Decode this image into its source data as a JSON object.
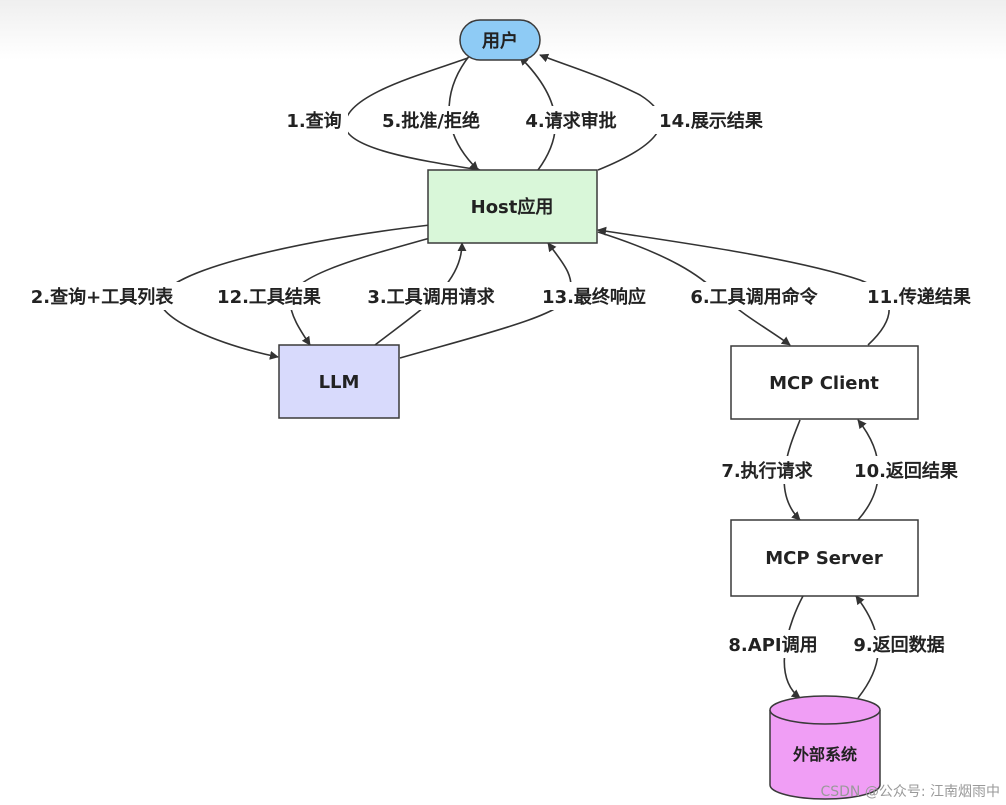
{
  "nodes": {
    "user": "用户",
    "host": "Host应用",
    "llm": "LLM",
    "mcp_client": "MCP Client",
    "mcp_server": "MCP Server",
    "external": "外部系统"
  },
  "edges": {
    "e1": "1.查询",
    "e2": "2.查询+工具列表",
    "e3": "3.工具调用请求",
    "e4": "4.请求审批",
    "e5": "5.批准/拒绝",
    "e6": "6.工具调用命令",
    "e7": "7.执行请求",
    "e8": "8.API调用",
    "e9": "9.返回数据",
    "e10": "10.返回结果",
    "e11": "11.传递结果",
    "e12": "12.工具结果",
    "e13": "13.最终响应",
    "e14": "14.展示结果"
  },
  "watermark": "CSDN @公众号: 江南烟雨中",
  "colors": {
    "user_fill": "#8ecbf5",
    "host_fill": "#d9f7d9",
    "llm_fill": "#d8dafc",
    "external_fill": "#f09ef5"
  }
}
